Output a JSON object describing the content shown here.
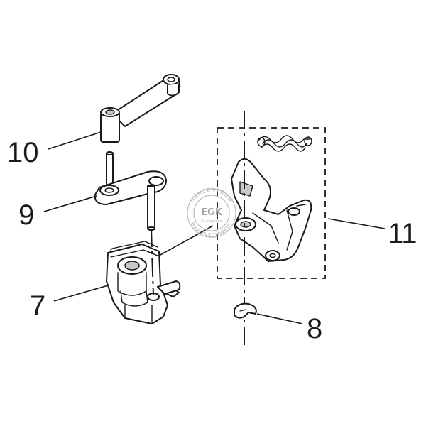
{
  "labels": {
    "part_7": "7",
    "part_8": "8",
    "part_9": "9",
    "part_10": "10",
    "part_11": "11"
  },
  "watermark": {
    "top_text": "NÄHZENTRUM",
    "logo": "EGK",
    "small_text": "© copyright",
    "bottom_text": "BRAUNSCHWEIG"
  },
  "colors": {
    "line": "#1a1a1a",
    "shade": "#c9c9c9",
    "watermark": "#a8a8a8"
  }
}
